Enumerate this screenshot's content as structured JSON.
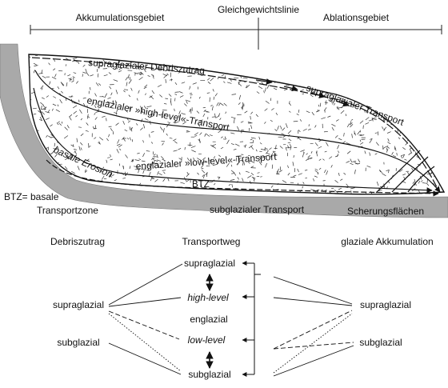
{
  "header": {
    "left": "Akkumulationsgebiet",
    "center": "Gleichgewichtslinie",
    "right": "Ablationsgebiet"
  },
  "glacier": {
    "supra_debris": "supraglazialer Debriszutrag",
    "supra_transport": "supraglazialer Transport",
    "high_level": "englazialer »high-level«-Transport",
    "low_level": "englazialer »low-level«-Transport",
    "btz_tag": "BTZ",
    "basal_erosion": "basale Erosion",
    "btz_def_1": "BTZ= basale",
    "btz_def_2": "Transportzone",
    "subglacial_transport": "subglazialer Transport",
    "shear_planes": "Scherungsflächen"
  },
  "flow": {
    "col_left": "Debriszutrag",
    "col_mid": "Transportweg",
    "col_right": "glaziale Akkumulation",
    "left_supra": "supraglazial",
    "left_sub": "subglazial",
    "mid_supra": "supraglazial",
    "mid_high": "high-level",
    "mid_en": "englazial",
    "mid_low": "low-level",
    "mid_sub": "subglazial",
    "right_supra": "supraglazial",
    "right_sub": "subglazial"
  }
}
